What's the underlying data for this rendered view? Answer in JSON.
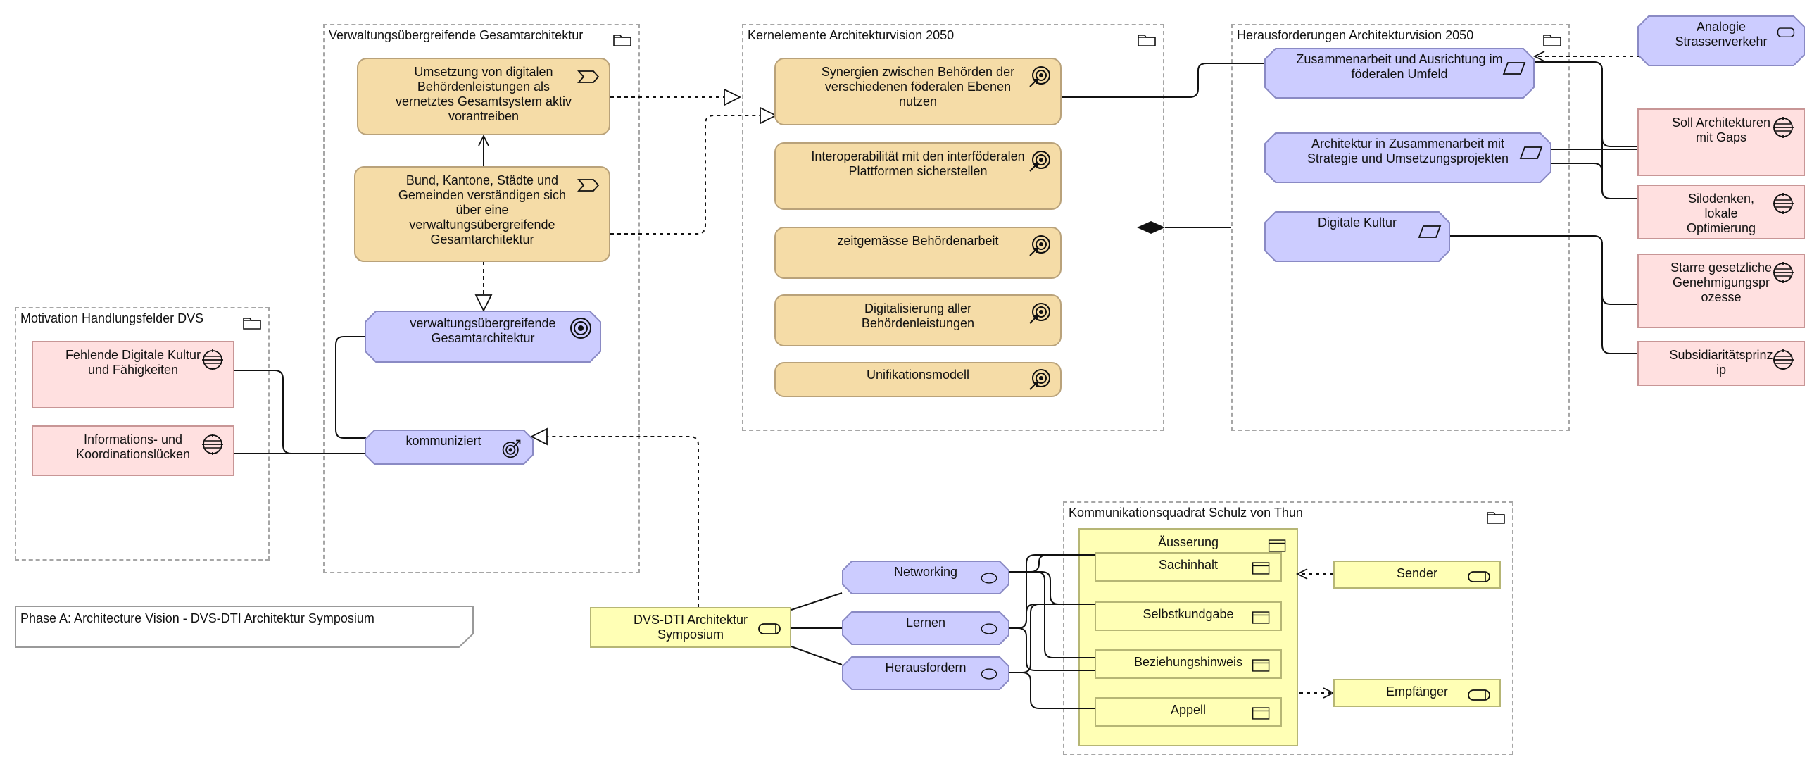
{
  "groups": {
    "motivation": {
      "title": "Motivation Handlungsfelder DVS"
    },
    "gesamt": {
      "title": "Verwaltungsübergreifende Gesamtarchitektur"
    },
    "kern": {
      "title": "Kernelemente Architekturvision 2050"
    },
    "heraus": {
      "title": "Herausforderungen Architekturvision 2050"
    },
    "kommquadrat": {
      "title": "Kommunikationsquadrat Schulz von Thun"
    }
  },
  "elements": {
    "umsetzung": "Umsetzung von digitalen\nBehördenleistungen als\nvernetztes Gesamtsystem aktiv\nvorantreiben",
    "bund": "Bund, Kantone, Städte und\nGemeinden verständigen sich\nüber eine\nverwaltungsübergreifende\nGesamtarchitektur",
    "verwaltung_ga": "verwaltungsübergreifende\nGesamtarchitektur",
    "kommuniziert": "kommuniziert",
    "fehlende": "Fehlende Digitale Kultur\nund Fähigkeiten",
    "infoluecken": "Informations- und\nKoordinationslücken",
    "synergien": "Synergien zwischen Behörden der\nverschiedenen föderalen Ebenen\nnutzen",
    "interop": "Interoperabilität mit den interföderalen\nPlattformen sicherstellen",
    "zeitgemaess": "zeitgemässe Behördenarbeit",
    "digitalisierung": "Digitalisierung aller\nBehördenleistungen",
    "unifikation": "Unifikationsmodell",
    "zusammenarbeit": "Zusammenarbeit und Ausrichtung im\nföderalen Umfeld",
    "architektur_zus": "Architektur in Zusammenarbeit mit\nStrategie und Umsetzungsprojekten",
    "digitale_kultur": "Digitale Kultur",
    "analogie": "Analogie\nStrassenverkehr",
    "soll": "Soll Architekturen\nmit Gaps",
    "silodenken": "Silodenken, lokale\nOptimierung",
    "starre": "Starre gesetzliche\nGenehmigungspr\nozesse",
    "subsidiaritaet": "Subsidiaritätsprinz\nip",
    "symposium": "DVS-DTI Architektur\nSymposium",
    "networking": "Networking",
    "lernen": "Lernen",
    "herausfordern": "Herausfordern",
    "aeusserung": "Äusserung",
    "sachinhalt": "Sachinhalt",
    "selbstkundgabe": "Selbstkundgabe",
    "beziehungshinweis": "Beziehungshinweis",
    "appell": "Appell",
    "sender": "Sender",
    "empfaenger": "Empfänger",
    "phase_note": "Phase A: Architecture Vision - DVS-DTI Architektur Symposium"
  },
  "colors": {
    "goal_fill": "#f5dca7",
    "motivation_fill": "#ffe0e0",
    "strategy_fill": "#ccccff",
    "application_fill": "#ffffb5",
    "group_border": "#a6a6a6"
  },
  "icons": {
    "driver": "driver-icon",
    "goal": "goal-icon",
    "outcome": "outcome-icon",
    "value_stream": "value-stream-icon",
    "course_of_action": "course-of-action-icon",
    "capability": "capability-icon",
    "service": "service-icon",
    "component": "component-icon",
    "folder": "folder-icon"
  }
}
